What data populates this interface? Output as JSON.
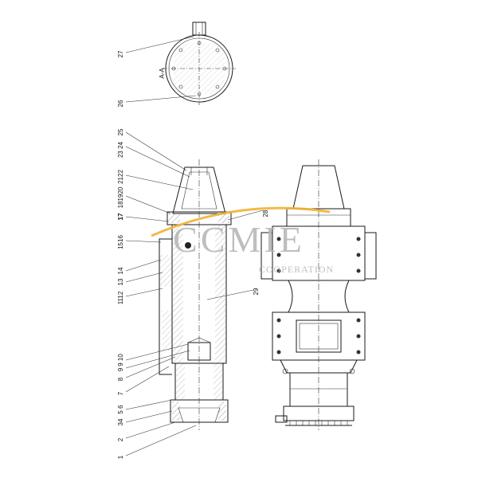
{
  "drawing": {
    "section_label": "A-A",
    "part_numbers_top": [
      "27",
      "26"
    ],
    "part_numbers_left": [
      "25",
      "23 24",
      "2122",
      "181920",
      "17",
      "1516",
      "14",
      "13",
      "1112",
      "9 10",
      "9",
      "8",
      "7",
      "5 6",
      "34",
      "2",
      "1"
    ],
    "part_numbers_right": [
      "28",
      "29"
    ]
  },
  "watermark": {
    "brand": "CCMIE",
    "subtitle": "COOPERATION",
    "accent_color": "#f2b233"
  }
}
